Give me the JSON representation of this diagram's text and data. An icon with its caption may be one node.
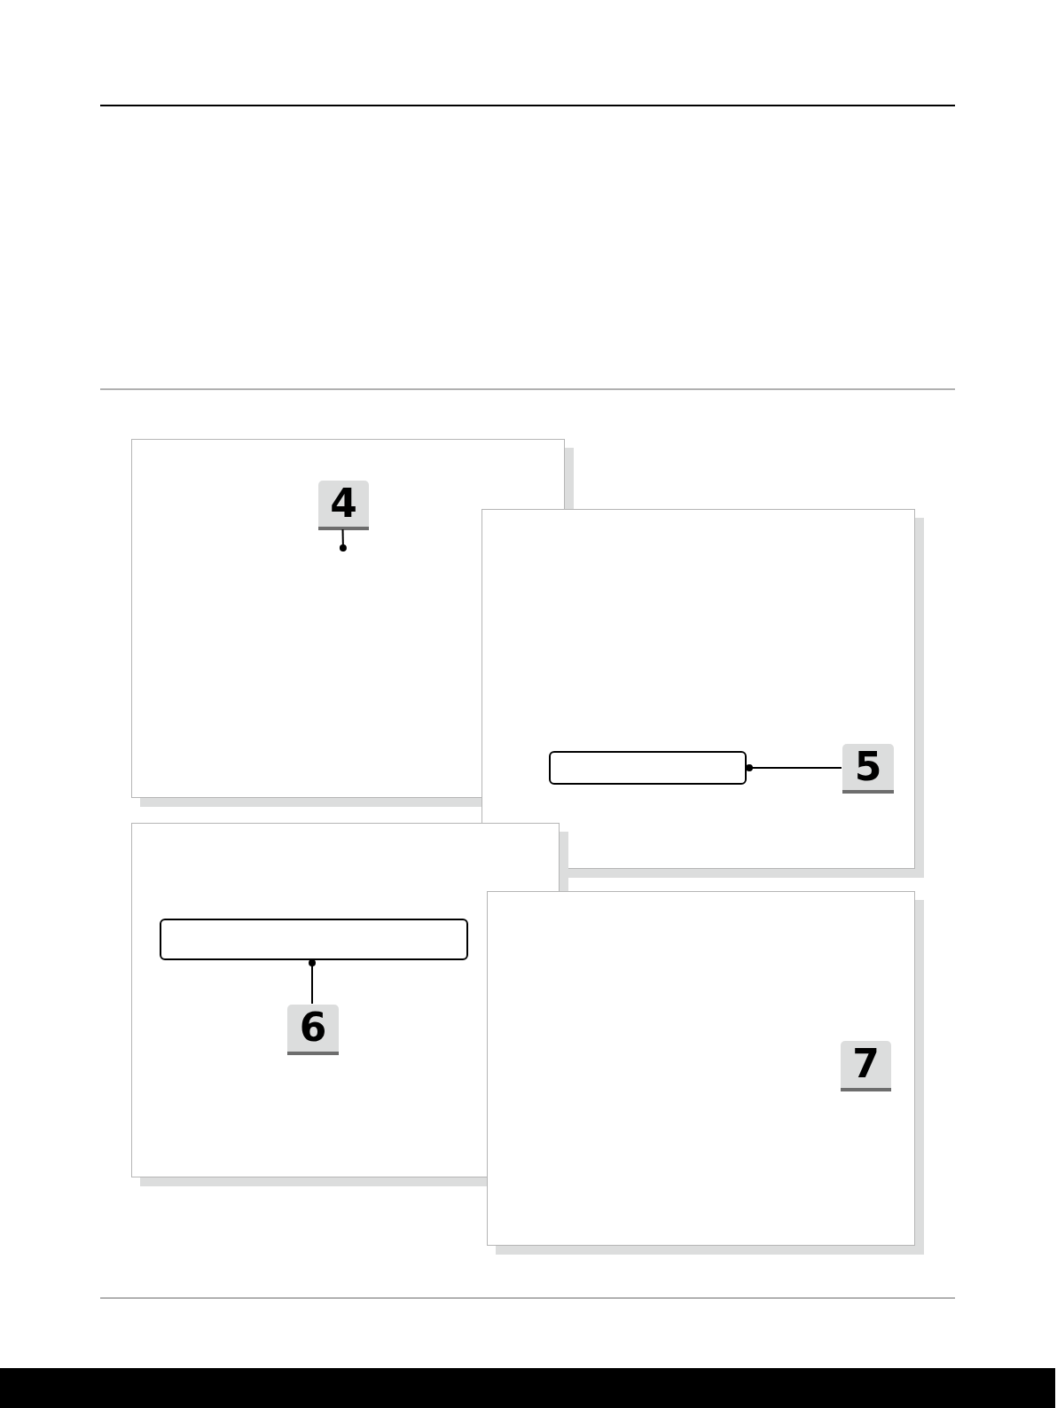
{
  "diagram": {
    "nodes": [
      {
        "text": [],
        "shape": "box"
      },
      {
        "text": [
          "4"
        ],
        "in": 0
      },
      {
        "text": [],
        "shape": "box"
      },
      {
        "text": [],
        "shape": "bar",
        "in": 2
      },
      {
        "text": [
          "5"
        ],
        "in": 2
      },
      {
        "text": [],
        "shape": "box"
      },
      {
        "text": [],
        "shape": "bar",
        "in": 5
      },
      {
        "text": [
          "6"
        ],
        "in": 5
      },
      {
        "text": [],
        "shape": "box"
      }
    ],
    "edges": [
      {
        "from": 1,
        "to": null,
        "arrow": "other"
      },
      {
        "from": 4,
        "to": 3,
        "arrow": "other"
      },
      {
        "from": 7,
        "to": 6,
        "arrow": "other"
      }
    ],
    "labels": [
      "7"
    ]
  }
}
